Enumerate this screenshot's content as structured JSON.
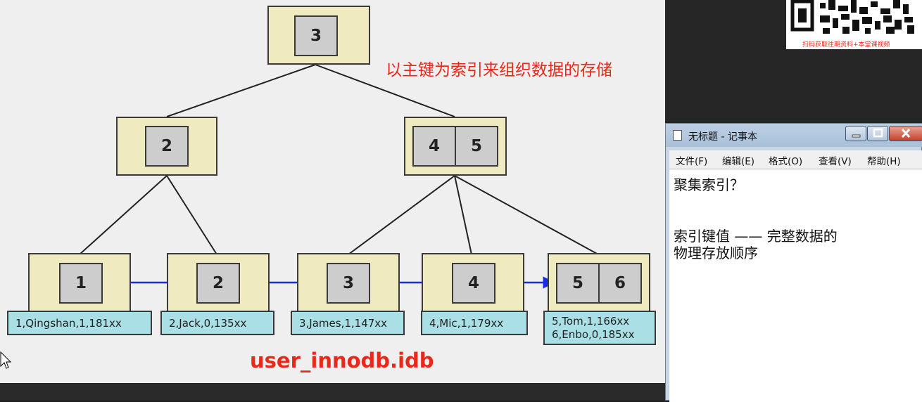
{
  "slide": {
    "caption": "以主键为索引来组织数据的存储",
    "filename": "user_innodb.idb",
    "tree": {
      "root_keys": [
        "3"
      ],
      "branch_left_keys": [
        "2"
      ],
      "branch_right_keys": [
        "4",
        "5"
      ],
      "leaves": [
        {
          "keys": [
            "1"
          ],
          "rows": [
            "1,Qingshan,1,181xx"
          ]
        },
        {
          "keys": [
            "2"
          ],
          "rows": [
            "2,Jack,0,135xx"
          ]
        },
        {
          "keys": [
            "3"
          ],
          "rows": [
            "3,James,1,147xx"
          ]
        },
        {
          "keys": [
            "4"
          ],
          "rows": [
            "4,Mic,1,179xx"
          ]
        },
        {
          "keys": [
            "5",
            "6"
          ],
          "rows": [
            "5,Tom,1,166xx",
            "6,Enbo,0,185xx"
          ]
        }
      ]
    }
  },
  "qr": {
    "caption": "扫码获取往期资料+本堂课视频"
  },
  "notepad": {
    "title": "无标题 - 记事本",
    "menu": [
      "文件(F)",
      "编辑(E)",
      "格式(O)",
      "查看(V)",
      "帮助(H)"
    ],
    "lines": [
      "聚集索引？",
      "",
      "",
      "索引键值 ——  完整数据的",
      "物理存放顺序"
    ]
  },
  "colors": {
    "caption": "#e8291a",
    "node_fill": "#efeac0",
    "key_fill": "#cdcdcd",
    "row_fill": "#aadfe6",
    "leaf_link": "#1a2cf0"
  },
  "icons": [
    "mouse-cursor-icon",
    "notepad-icon",
    "minimize-icon",
    "maximize-icon",
    "close-icon"
  ]
}
